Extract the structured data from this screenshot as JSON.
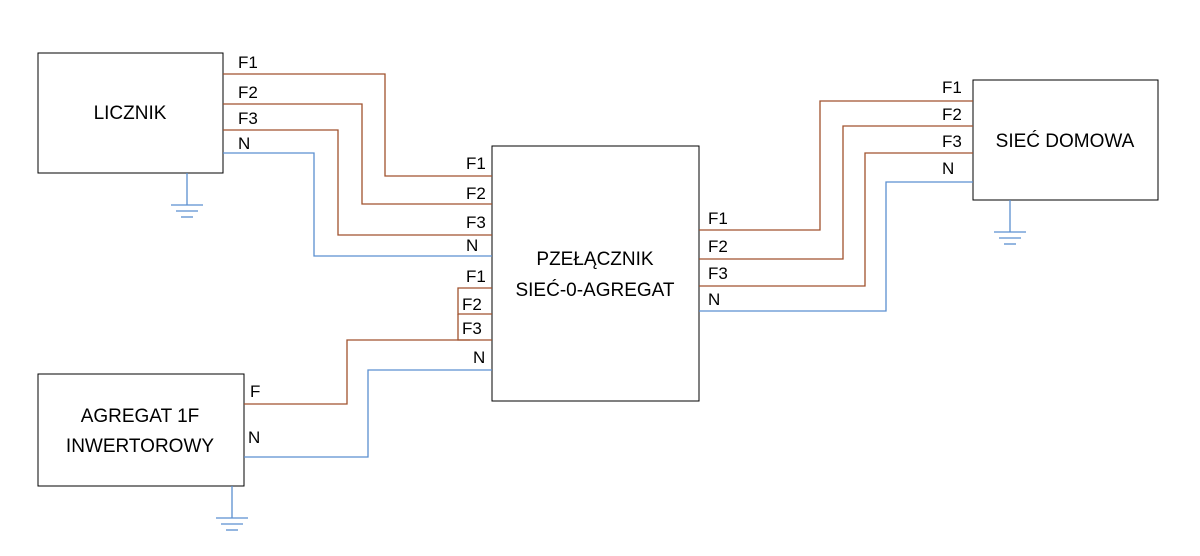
{
  "colors": {
    "phase": "#a0522d",
    "neutral": "#5b8fd0",
    "ground": "#5b8fd0",
    "box_border": "#000000"
  },
  "boxes": {
    "licznik": {
      "lines": [
        "LICZNIK"
      ]
    },
    "switch": {
      "lines": [
        "PZEŁĄCZNIK",
        "SIEĆ-0-AGREGAT"
      ]
    },
    "siec_domowa": {
      "lines": [
        "SIEĆ DOMOWA"
      ]
    },
    "agregat": {
      "lines": [
        "AGREGAT 1F",
        "INWERTOROWY"
      ]
    }
  },
  "wire_labels": {
    "licznik_out": [
      "F1",
      "F2",
      "F3",
      "N"
    ],
    "switch_in_top": [
      "F1",
      "F2",
      "F3",
      "N"
    ],
    "switch_in_bottom": [
      "F1",
      "F2",
      "F3",
      "N"
    ],
    "switch_out": [
      "F1",
      "F2",
      "F3",
      "N"
    ],
    "siec_in": [
      "F1",
      "F2",
      "F3",
      "N"
    ],
    "agregat_out": [
      "F",
      "N"
    ]
  }
}
